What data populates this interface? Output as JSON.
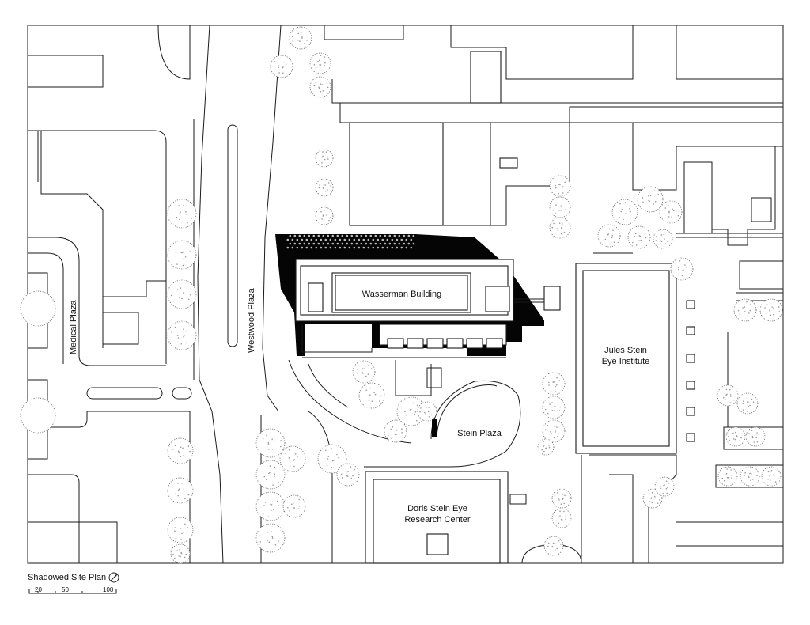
{
  "labels": {
    "medical_plaza": "Medical Plaza",
    "westwood_plaza": "Westwood Plaza",
    "wasserman_building": "Wasserman Building",
    "jules_stein_line1": "Jules Stein",
    "jules_stein_line2": "Eye Institute",
    "stein_plaza": "Stein Plaza",
    "doris_stein_line1": "Doris Stein Eye",
    "doris_stein_line2": "Research Center"
  },
  "caption": {
    "title": "Shadowed Site Plan",
    "north_arrow_icon": "north-arrow-icon"
  },
  "scale_bar": {
    "ticks": [
      "20",
      "50",
      "100"
    ]
  }
}
